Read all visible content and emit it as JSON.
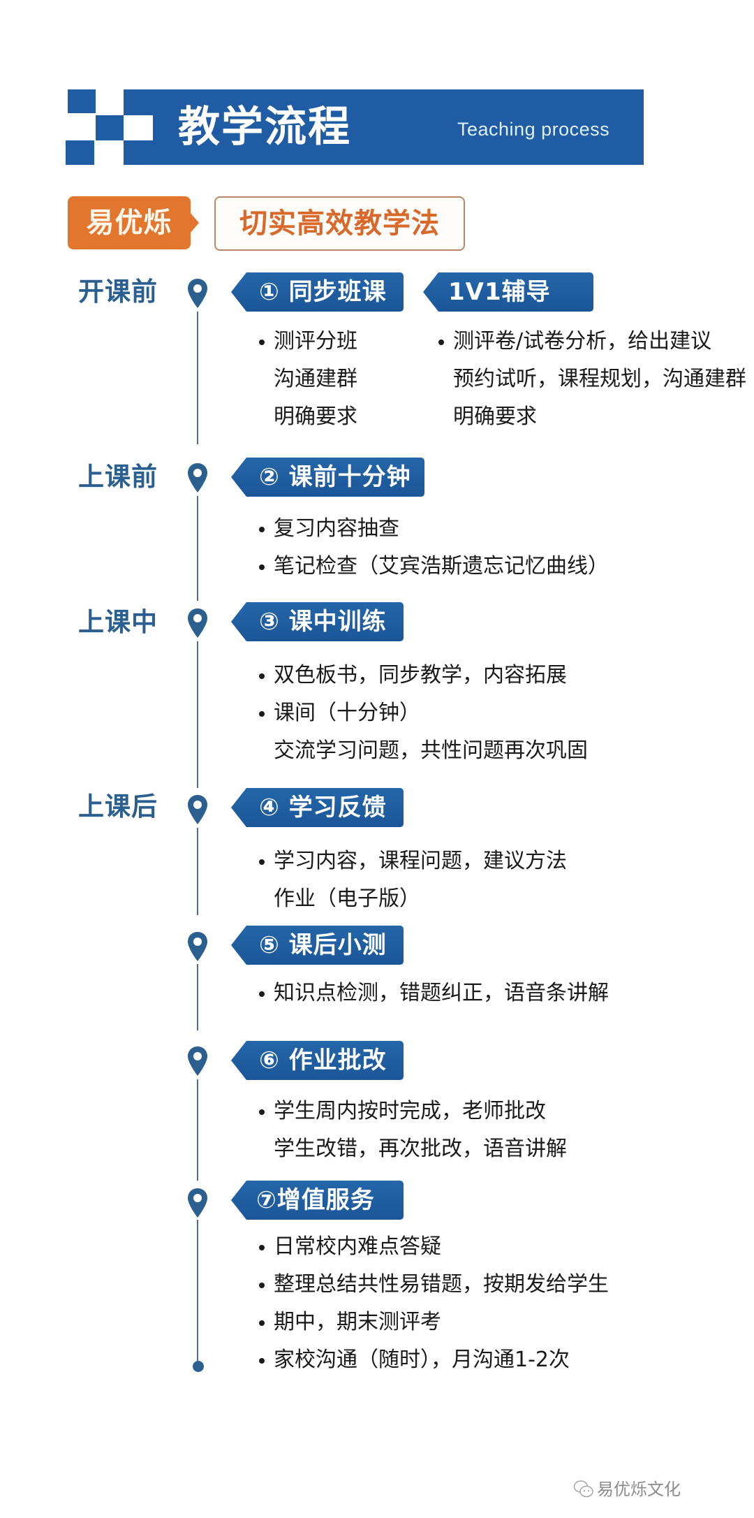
{
  "header": {
    "title": "教学流程",
    "subtitle_en": "Teaching process",
    "brand": "易优烁",
    "method": "切实高效教学法",
    "colors": {
      "primary_blue": "#1f5ca3",
      "brand_orange": "#e2762f",
      "stage_label": "#2b5f8f"
    }
  },
  "stages": [
    {
      "label": "开课前",
      "tags": [
        {
          "title": "① 同步班课"
        },
        {
          "title": "1V1辅导"
        }
      ],
      "columns": [
        {
          "lines": [
            {
              "text": "测评分班",
              "bullet": true
            },
            {
              "text": "沟通建群",
              "bullet": false
            },
            {
              "text": "明确要求",
              "bullet": false
            }
          ]
        },
        {
          "lines": [
            {
              "text": "测评卷/试卷分析，给出建议",
              "bullet": true
            },
            {
              "text": "预约试听，课程规划，沟通建群",
              "bullet": false
            },
            {
              "text": "明确要求",
              "bullet": false
            }
          ]
        }
      ]
    },
    {
      "label": "上课前",
      "tags": [
        {
          "title": "② 课前十分钟"
        }
      ],
      "lines": [
        {
          "text": "复习内容抽查",
          "bullet": true
        },
        {
          "text": "笔记检查（艾宾浩斯遗忘记忆曲线）",
          "bullet": true
        }
      ]
    },
    {
      "label": "上课中",
      "tags": [
        {
          "title": "③ 课中训练"
        }
      ],
      "lines": [
        {
          "text": "双色板书，同步教学，内容拓展",
          "bullet": true
        },
        {
          "text": "课间（十分钟）",
          "bullet": true
        },
        {
          "text": "交流学习问题，共性问题再次巩固",
          "bullet": false
        }
      ]
    },
    {
      "label": "上课后",
      "tags": [
        {
          "title": "④ 学习反馈"
        }
      ],
      "lines": [
        {
          "text": "学习内容，课程问题，建议方法",
          "bullet": true
        },
        {
          "text": "作业（电子版）",
          "bullet": false
        }
      ]
    },
    {
      "label": "",
      "tags": [
        {
          "title": "⑤ 课后小测"
        }
      ],
      "lines": [
        {
          "text": "知识点检测，错题纠正，语音条讲解",
          "bullet": true
        }
      ]
    },
    {
      "label": "",
      "tags": [
        {
          "title": "⑥ 作业批改"
        }
      ],
      "lines": [
        {
          "text": "学生周内按时完成，老师批改",
          "bullet": true
        },
        {
          "text": "学生改错，再次批改，语音讲解",
          "bullet": false
        }
      ]
    },
    {
      "label": "",
      "tags": [
        {
          "title": "⑦增值服务"
        }
      ],
      "lines": [
        {
          "text": "日常校内难点答疑",
          "bullet": true
        },
        {
          "text": "整理总结共性易错题，按期发给学生",
          "bullet": true
        },
        {
          "text": "期中，期末测评考",
          "bullet": true
        },
        {
          "text": "家校沟通（随时），月沟通1-2次",
          "bullet": true
        }
      ]
    }
  ],
  "icons": {
    "stage_marker": "map-pin-icon",
    "timeline_end": "dot-icon",
    "footer": "wechat-icon"
  },
  "footer": {
    "account": "易优烁文化"
  }
}
